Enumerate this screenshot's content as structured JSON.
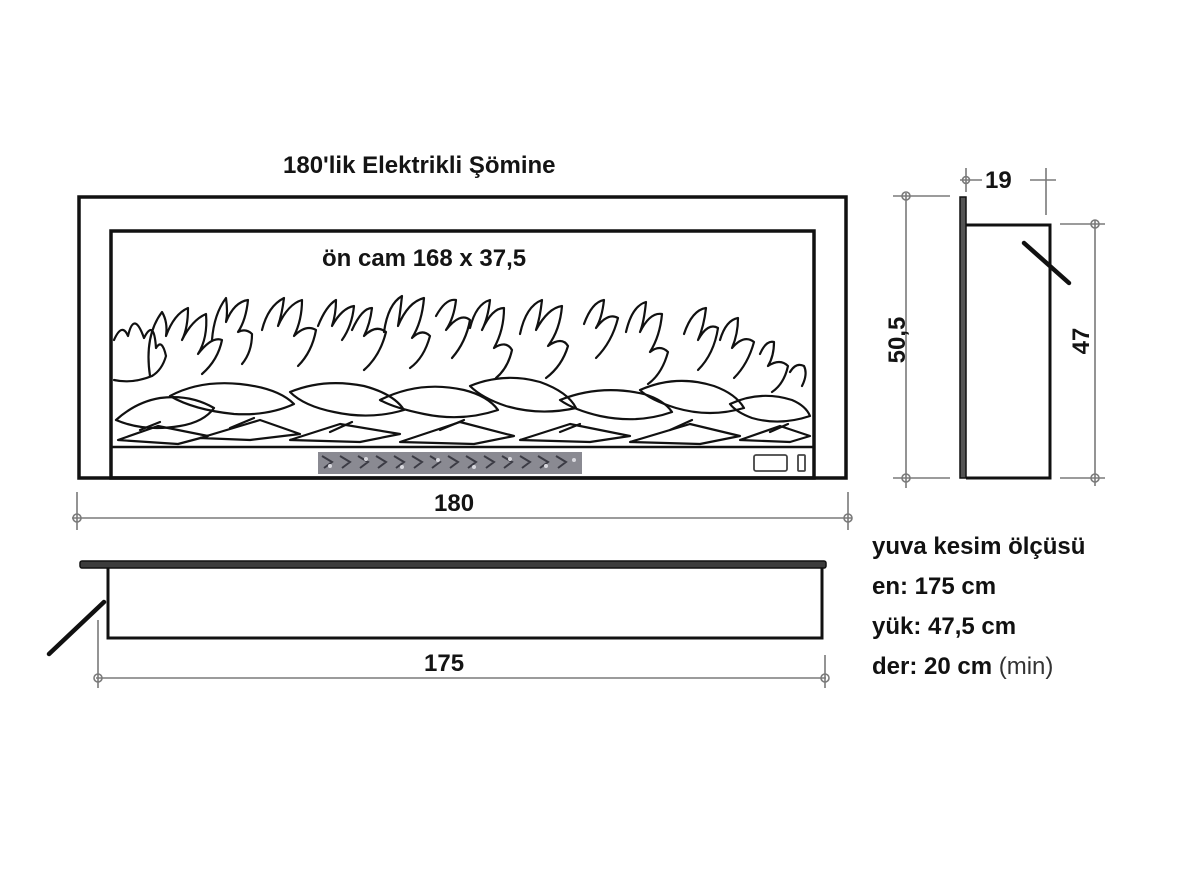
{
  "diagram": {
    "title": "180'lik Elektrikli Şömine",
    "front_view": {
      "glass_label": "ön cam 168 x 37,5",
      "width_dimension": "180"
    },
    "top_view": {
      "recess_width_dimension": "175"
    },
    "side_view": {
      "total_height_dimension": "50,5",
      "body_height_dimension": "47",
      "depth_dimension": "19"
    },
    "recess_spec": {
      "heading": "yuva kesim ölçüsü",
      "width_line": "en: 175 cm",
      "height_line": "yük: 47,5 cm",
      "depth_line": "der: 20 cm",
      "depth_note": "(min)"
    },
    "colors": {
      "line": "#111111",
      "dimension_line": "#7a7a7a",
      "background": "#ffffff"
    }
  }
}
